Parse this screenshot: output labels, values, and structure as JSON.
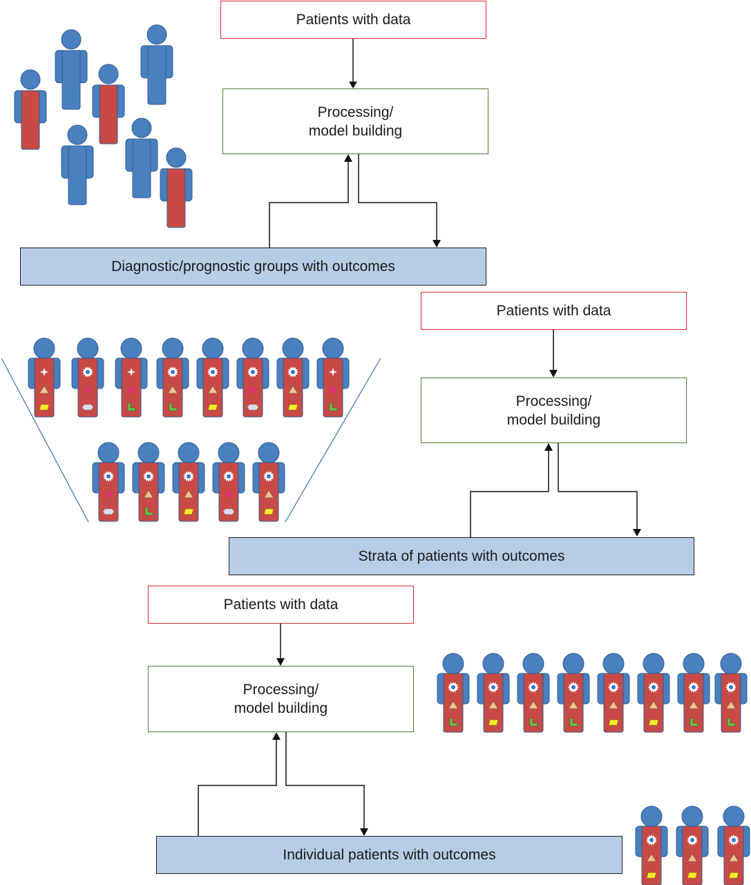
{
  "panel_a": {
    "input_label": "Patients with data",
    "process_label_line1": "Processing/",
    "process_label_line2": "model building",
    "output_label": "Diagnostic/prognostic groups with outcomes"
  },
  "panel_b": {
    "input_label": "Patients with data",
    "process_label_line1": "Processing/",
    "process_label_line2": "model building",
    "output_label": "Strata of patients with outcomes"
  },
  "panel_c": {
    "input_label": "Patients with data",
    "process_label_line1": "Processing/",
    "process_label_line2": "model building",
    "output_label": "Individual patients with outcomes"
  },
  "colors": {
    "person_blue": "#4a80c0",
    "person_red": "#c84a46",
    "input_border": "#d7262e",
    "process_border": "#4e7a2c",
    "output_fill": "#b7cde6"
  },
  "icons": [
    "person-icon",
    "star-marker-icon",
    "burst-marker-icon",
    "triangle-marker-icon",
    "circle-marker-icon",
    "parallelogram-marker-icon",
    "l-shape-marker-icon",
    "hexagon-marker-icon"
  ]
}
